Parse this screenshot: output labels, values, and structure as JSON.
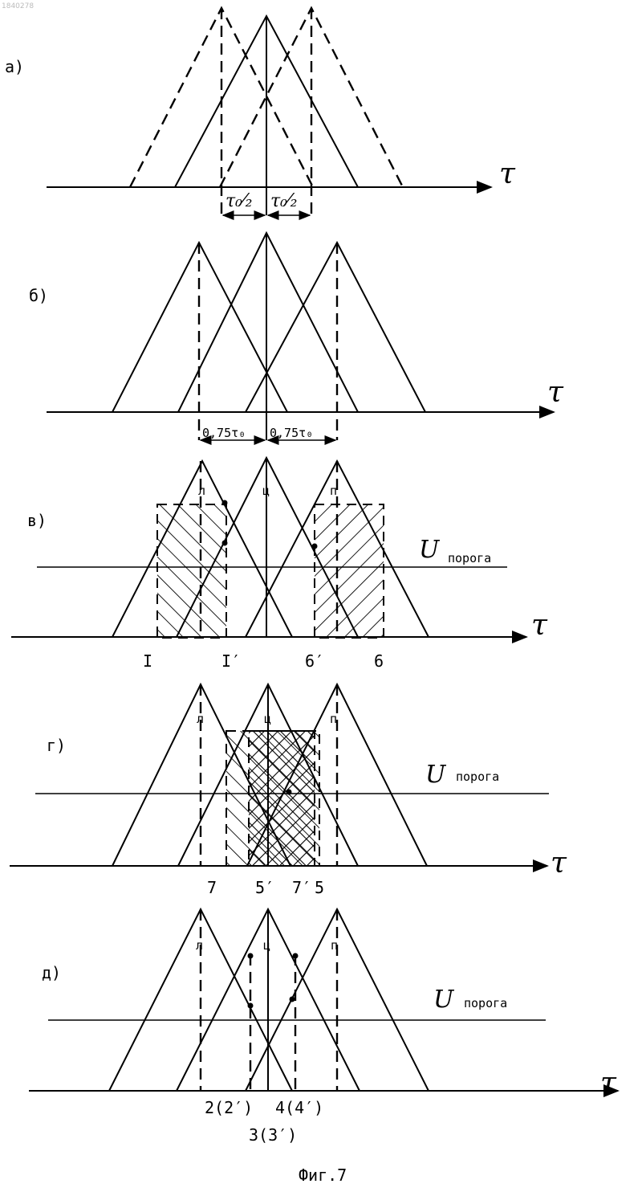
{
  "doc_id": "1840278",
  "axis_symbol": "τ",
  "caption": "Фиг.7",
  "threshold_symbol": "U",
  "threshold_word": "порога",
  "panels": {
    "a": {
      "label": "а)",
      "dim_left": "τ₀⁄₂",
      "dim_right": "τ₀⁄₂"
    },
    "b": {
      "label": "б)",
      "dim_left": "0,75τ₀",
      "dim_right": "0,75τ₀"
    },
    "v": {
      "label": "в)",
      "peak_l": "л",
      "peak_c": "ц",
      "peak_r": "п",
      "ticks": [
        "I",
        "I′",
        "6′",
        "6"
      ]
    },
    "g": {
      "label": "г)",
      "peak_l": "л",
      "peak_c": "ц",
      "peak_r": "п",
      "ticks": [
        "7",
        "5′",
        "7′",
        "5"
      ]
    },
    "d": {
      "label": "д)",
      "peak_l": "л",
      "peak_c": "ц",
      "peak_r": "п",
      "ticks": [
        "2(2′)",
        "4(4′)",
        "3(3′)"
      ]
    }
  }
}
